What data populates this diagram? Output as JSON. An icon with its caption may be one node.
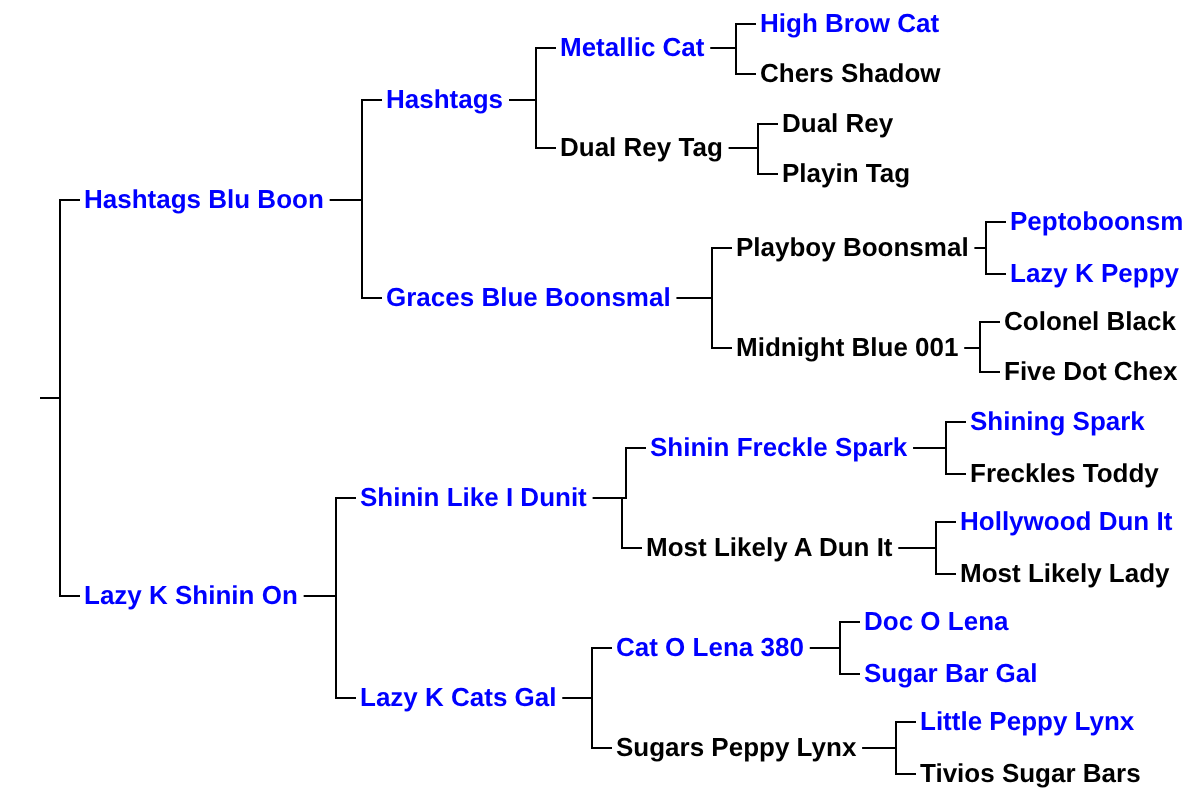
{
  "diagram": {
    "nodes": [
      {
        "text": [
          "Hashtags Blu Boon"
        ]
      },
      {
        "text": [
          "Hashtags"
        ]
      },
      {
        "text": [
          "Metallic Cat"
        ]
      },
      {
        "text": [
          "High Brow Cat"
        ]
      },
      {
        "text": [
          "Chers Shadow"
        ]
      },
      {
        "text": [
          "Dual Rey Tag"
        ]
      },
      {
        "text": [
          "Dual Rey"
        ]
      },
      {
        "text": [
          "Playin Tag"
        ]
      },
      {
        "text": [
          "Graces Blue Boonsmal"
        ]
      },
      {
        "text": [
          "Playboy Boonsmal"
        ]
      },
      {
        "text": [
          "Peptoboonsm"
        ]
      },
      {
        "text": [
          "Lazy K Peppy"
        ]
      },
      {
        "text": [
          "Midnight Blue 001"
        ]
      },
      {
        "text": [
          "Colonel Black"
        ]
      },
      {
        "text": [
          "Five Dot Chex"
        ]
      },
      {
        "text": [
          "Lazy K Shinin On"
        ]
      },
      {
        "text": [
          "Shinin Like I Dunit"
        ]
      },
      {
        "text": [
          "Shinin Freckle Spark"
        ]
      },
      {
        "text": [
          "Shining Spark"
        ]
      },
      {
        "text": [
          "Freckles Toddy"
        ]
      },
      {
        "text": [
          "Most Likely A Dun It"
        ]
      },
      {
        "text": [
          "Hollywood Dun It"
        ]
      },
      {
        "text": [
          "Most Likely Lady"
        ]
      },
      {
        "text": [
          "Lazy K Cats Gal"
        ]
      },
      {
        "text": [
          "Cat O Lena 380"
        ]
      },
      {
        "text": [
          "Doc O Lena"
        ]
      },
      {
        "text": [
          "Sugar Bar Gal"
        ]
      },
      {
        "text": [
          "Sugars Peppy Lynx"
        ]
      },
      {
        "text": [
          "Little Peppy Lynx"
        ]
      },
      {
        "text": [
          "Tivios Sugar Bars"
        ]
      }
    ],
    "edges": [
      {
        "from": null,
        "to": 0,
        "arrow": "none"
      },
      {
        "from": null,
        "to": 15,
        "arrow": "none"
      },
      {
        "from": 0,
        "to": 1,
        "arrow": "none"
      },
      {
        "from": 0,
        "to": 8,
        "arrow": "none"
      },
      {
        "from": 1,
        "to": 2,
        "arrow": "none"
      },
      {
        "from": 1,
        "to": 5,
        "arrow": "none"
      },
      {
        "from": 2,
        "to": 3,
        "arrow": "none"
      },
      {
        "from": 2,
        "to": 4,
        "arrow": "none"
      },
      {
        "from": 5,
        "to": 6,
        "arrow": "none"
      },
      {
        "from": 5,
        "to": 7,
        "arrow": "none"
      },
      {
        "from": 8,
        "to": 9,
        "arrow": "none"
      },
      {
        "from": 8,
        "to": 12,
        "arrow": "none"
      },
      {
        "from": 9,
        "to": 10,
        "arrow": "none"
      },
      {
        "from": 9,
        "to": 11,
        "arrow": "none"
      },
      {
        "from": 12,
        "to": 13,
        "arrow": "none"
      },
      {
        "from": 12,
        "to": 14,
        "arrow": "none"
      },
      {
        "from": 15,
        "to": 16,
        "arrow": "none"
      },
      {
        "from": 15,
        "to": 23,
        "arrow": "none"
      },
      {
        "from": 16,
        "to": 17,
        "arrow": "none"
      },
      {
        "from": 16,
        "to": 20,
        "arrow": "none"
      },
      {
        "from": 17,
        "to": 18,
        "arrow": "none"
      },
      {
        "from": 17,
        "to": 19,
        "arrow": "none"
      },
      {
        "from": 20,
        "to": 21,
        "arrow": "none"
      },
      {
        "from": 20,
        "to": 22,
        "arrow": "none"
      },
      {
        "from": 23,
        "to": 24,
        "arrow": "none"
      },
      {
        "from": 23,
        "to": 27,
        "arrow": "none"
      },
      {
        "from": 24,
        "to": 25,
        "arrow": "none"
      },
      {
        "from": 24,
        "to": 26,
        "arrow": "none"
      },
      {
        "from": 27,
        "to": 28,
        "arrow": "none"
      },
      {
        "from": 27,
        "to": 29,
        "arrow": "none"
      }
    ]
  }
}
